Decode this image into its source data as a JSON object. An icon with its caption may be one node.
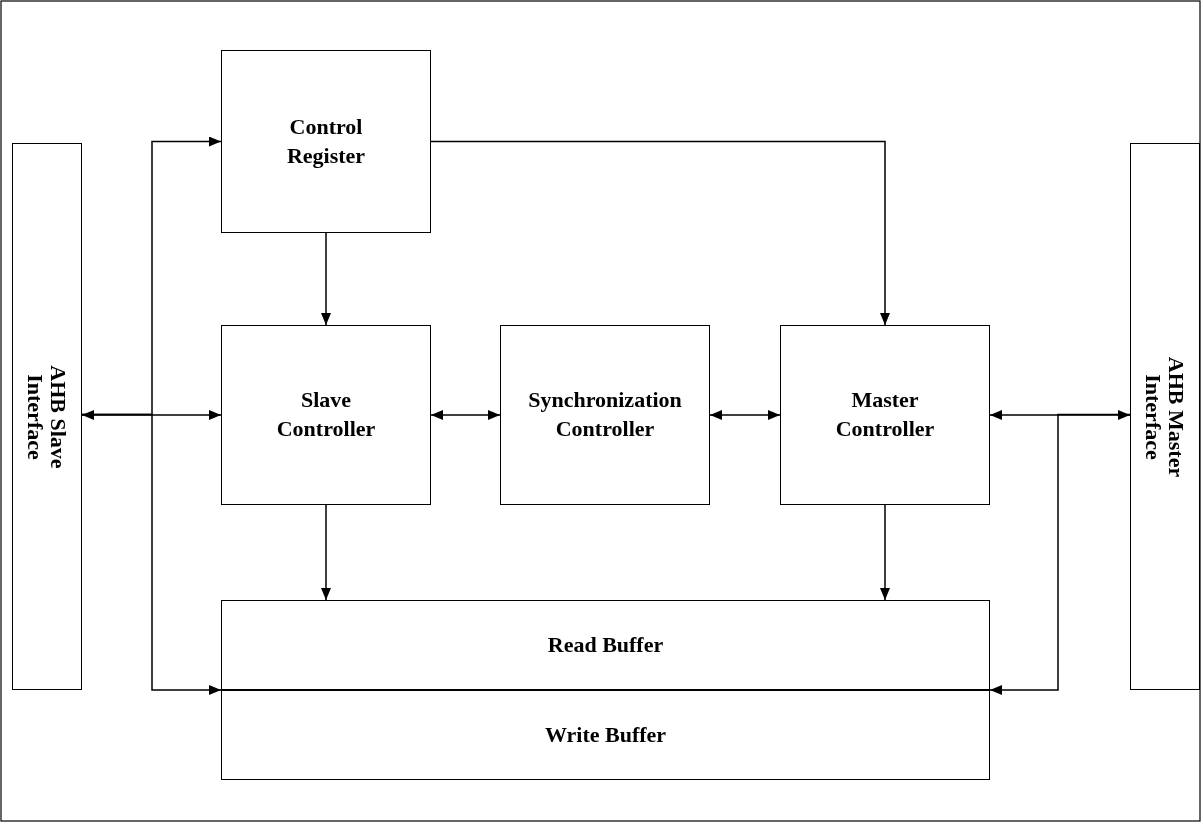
{
  "diagram": {
    "nodes": [
      {
        "text": [
          "Control Register"
        ]
      },
      {
        "text": [
          "AHB Slave Interface"
        ]
      },
      {
        "text": [
          "Slave Controller"
        ]
      },
      {
        "text": [
          "Synchronization Controller"
        ]
      },
      {
        "text": [
          "Master Controller"
        ]
      },
      {
        "text": [
          "AHB Master Interface"
        ]
      },
      {
        "text": [
          "Read Buffer"
        ]
      },
      {
        "text": [
          "Write Buffer"
        ]
      }
    ],
    "edges": [
      {
        "from": 1,
        "to": 0,
        "arrow": "to"
      },
      {
        "from": 1,
        "to": 2,
        "arrow": "both"
      },
      {
        "from": 1,
        "to": 7,
        "arrow": "to"
      },
      {
        "from": 0,
        "to": 2,
        "arrow": "to"
      },
      {
        "from": 0,
        "to": 4,
        "arrow": "to"
      },
      {
        "from": 2,
        "to": 3,
        "arrow": "both"
      },
      {
        "from": 3,
        "to": 4,
        "arrow": "both"
      },
      {
        "from": 4,
        "to": 5,
        "arrow": "both"
      },
      {
        "from": 5,
        "to": 7,
        "arrow": "to"
      },
      {
        "from": 2,
        "to": 6,
        "arrow": "to"
      },
      {
        "from": 4,
        "to": 6,
        "arrow": "to"
      }
    ]
  }
}
